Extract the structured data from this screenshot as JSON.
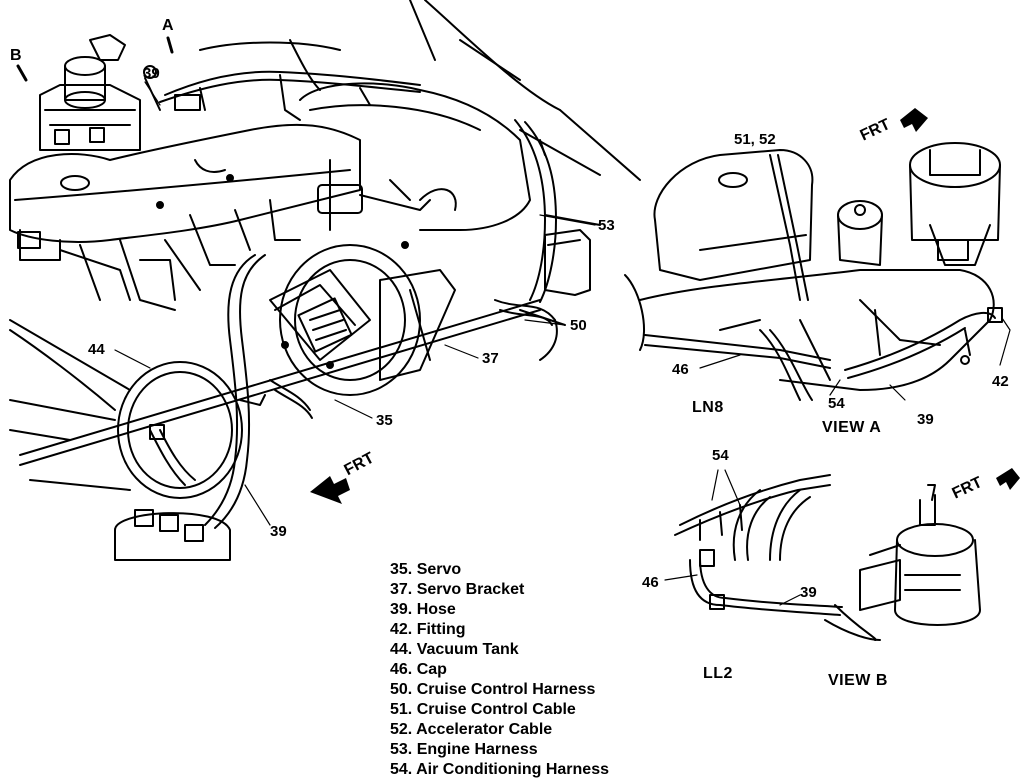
{
  "callouts": {
    "a": "A",
    "b": "B",
    "n39_top": "39",
    "n53": "53",
    "n50": "50",
    "n37": "37",
    "n44": "44",
    "n35": "35",
    "n39_bottom": "39",
    "n51_52": "51, 52",
    "n46_viewa": "46",
    "n54_viewa": "54",
    "n39_viewa": "39",
    "n42": "42",
    "n54_viewb": "54",
    "n46_viewb": "46",
    "n39_viewb": "39"
  },
  "directions": {
    "frt_main": "FRT",
    "frt_view_a": "FRT",
    "frt_view_b": "FRT"
  },
  "views": {
    "lnb": "LN8",
    "view_a": "VIEW A",
    "ll2": "LL2",
    "view_b": "VIEW B"
  },
  "legend": [
    "35. Servo",
    "37. Servo Bracket",
    "39. Hose",
    "42. Fitting",
    "44. Vacuum Tank",
    "46. Cap",
    "50. Cruise Control Harness",
    "51. Cruise Control Cable",
    "52. Accelerator Cable",
    "53. Engine Harness",
    "54. Air Conditioning Harness"
  ]
}
